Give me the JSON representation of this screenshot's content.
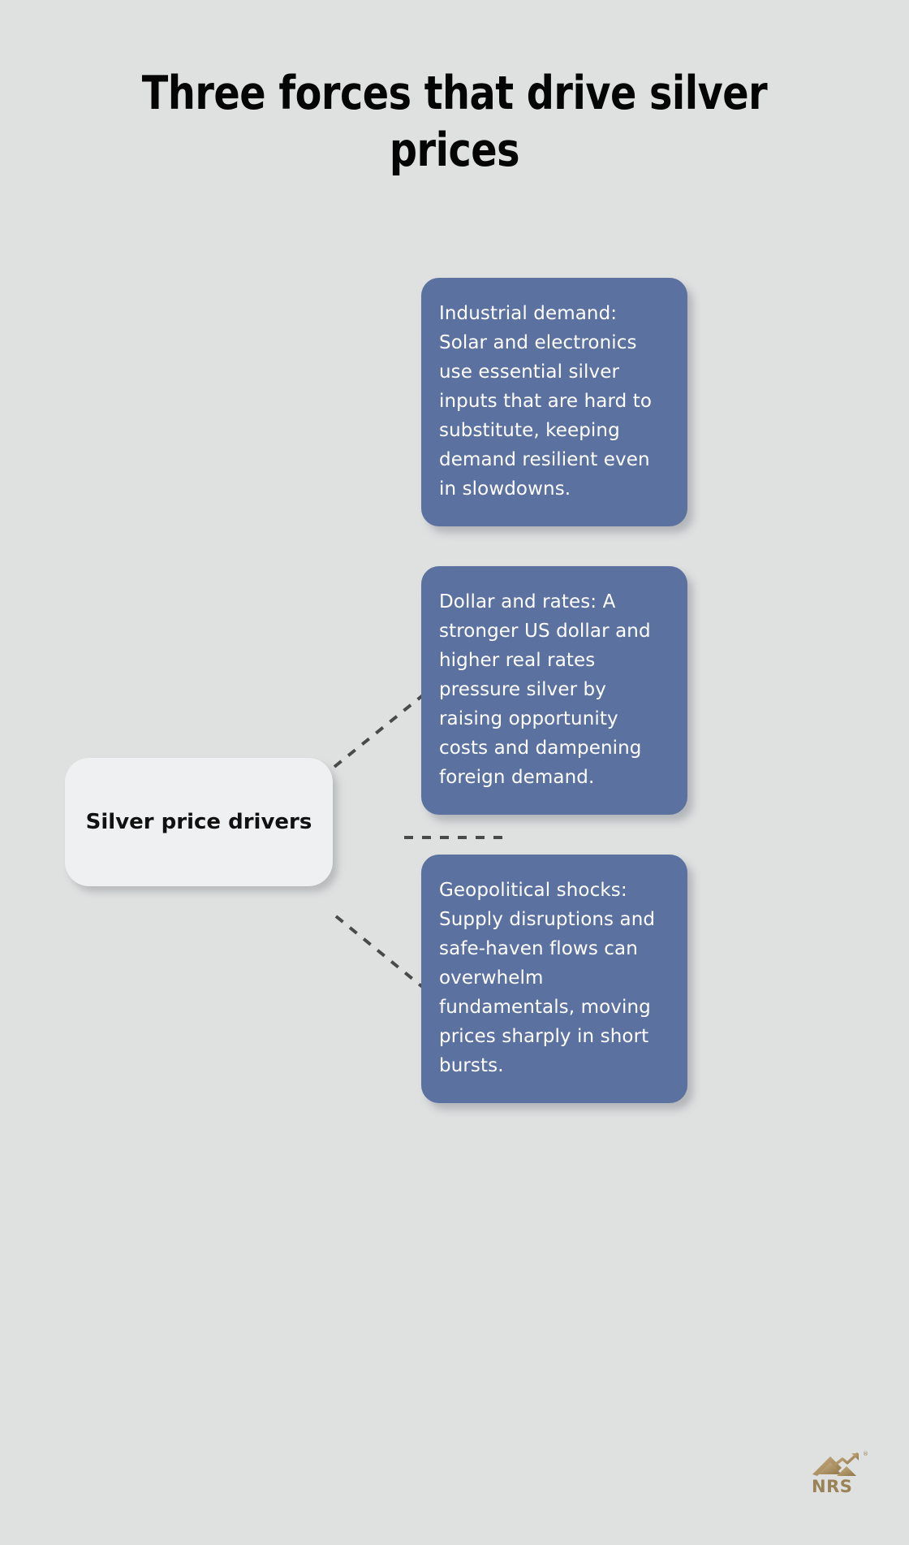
{
  "page": {
    "background_color": "#dfe1e1",
    "title": "Three forces that drive silver prices"
  },
  "diagram": {
    "type": "mind-map",
    "center_node": {
      "label": "Silver price drivers",
      "background_color": "#eff0f2",
      "text_color": "#111111"
    },
    "branch_style": {
      "background_color": "#5b719f",
      "text_color": "#ffffff",
      "connector_color": "#4a4a4a",
      "connector_style": "dashed"
    },
    "branches": [
      {
        "id": "industrial-demand",
        "heading": "Industrial demand:",
        "text": "Industrial demand: Solar and electronics use essential silver inputs that are hard to substitute, keeping demand resilient even in slowdowns."
      },
      {
        "id": "dollar-and-rates",
        "heading": "Dollar and rates:",
        "text": "Dollar and rates: A stronger US dollar and higher real rates pressure silver by raising opportunity costs and dampening foreign demand."
      },
      {
        "id": "geopolitical-shocks",
        "heading": "Geopolitical shocks:",
        "text": "Geopolitical shocks: Supply disruptions and safe-haven flows can overwhelm fundamentals, moving prices sharply in short bursts."
      }
    ]
  },
  "logo": {
    "wordmark": "NRS",
    "registered_mark": "®",
    "color": "#9a8356",
    "icon": "roof-chart-arrow-icon"
  }
}
